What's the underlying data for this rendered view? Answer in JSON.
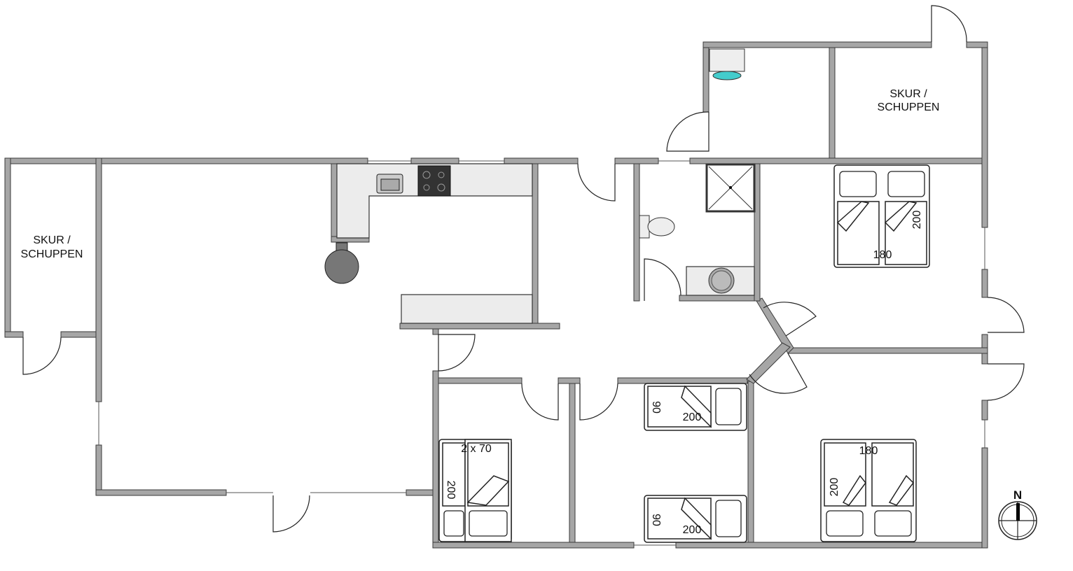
{
  "rooms": {
    "shed_left": {
      "line1": "SKUR /",
      "line2": "SCHUPPEN"
    },
    "shed_right": {
      "line1": "SKUR /",
      "line2": "SCHUPPEN"
    }
  },
  "beds": {
    "master_top": {
      "width": "180",
      "length": "200"
    },
    "bunk_room": {
      "width": "2 x 70",
      "length": "200"
    },
    "single_top": {
      "width": "90",
      "length": "200"
    },
    "single_bottom": {
      "width": "90",
      "length": "200"
    },
    "master_bottom": {
      "width": "180",
      "length": "200"
    }
  },
  "compass": {
    "label": "N"
  }
}
